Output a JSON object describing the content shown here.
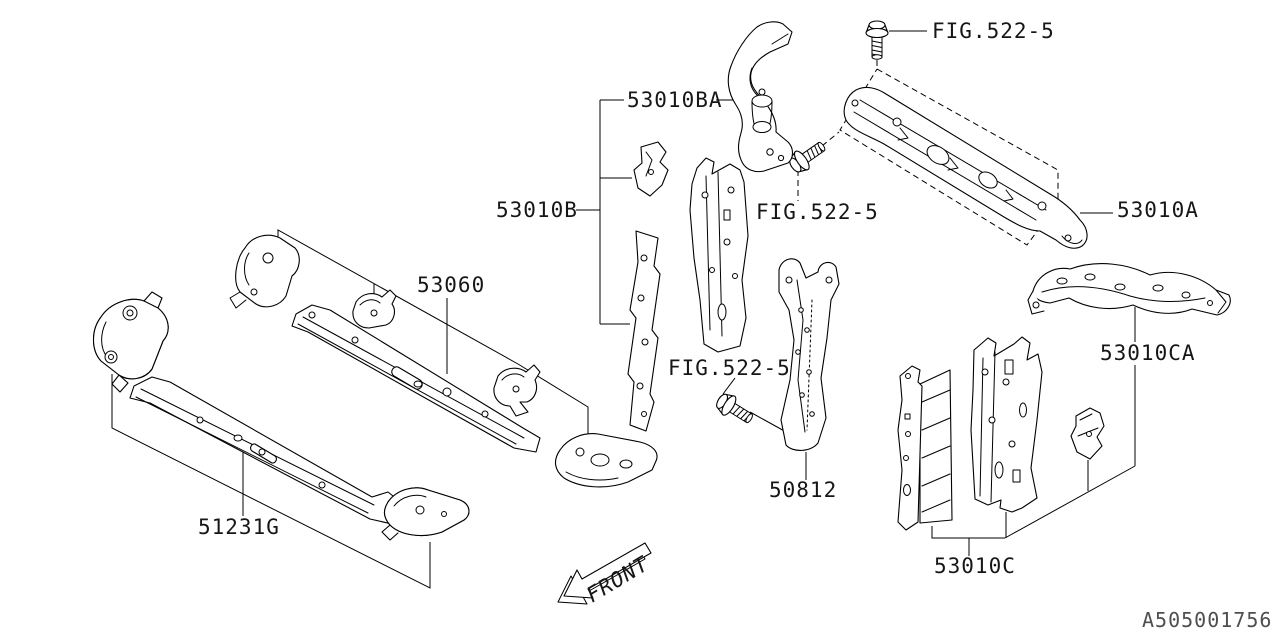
{
  "diagram": {
    "kind": "vehicle body panel parts diagram",
    "background_color": "#ffffff",
    "line_color": "#000000",
    "drawing_id_color": "#4f4f4f"
  },
  "labels": {
    "fig522_top": "FIG.522-5",
    "fig522_mid": "FIG.522-5",
    "fig522_bottom": "FIG.522-5",
    "part_53010ba": "53010BA",
    "part_53010b": "53010B",
    "part_53010a": "53010A",
    "part_53060": "53060",
    "part_51231g": "51231G",
    "part_50812": "50812",
    "part_53010c": "53010C",
    "part_53010ca": "53010CA",
    "front_arrow": "FRONT",
    "drawing_number": "A505001756"
  }
}
